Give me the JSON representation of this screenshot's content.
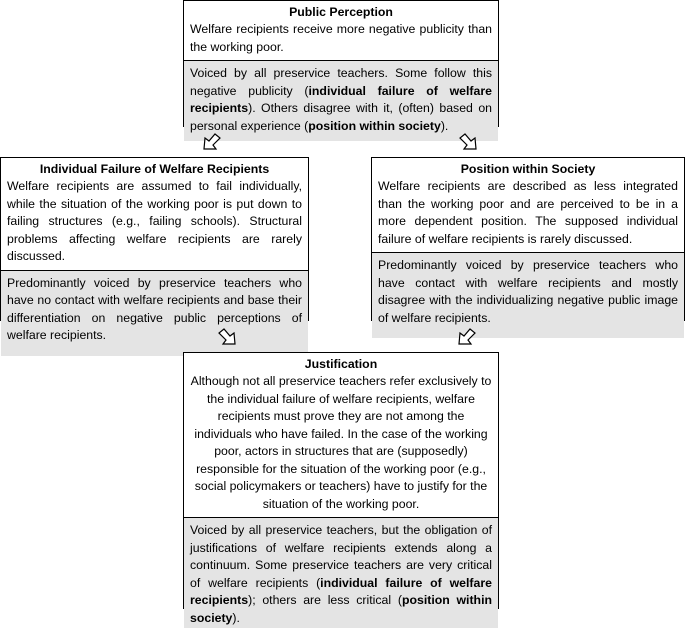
{
  "boxes": {
    "public_perception": {
      "title": "Public Perception",
      "body": "Welfare recipients receive more negative publicity than the working poor.",
      "voice": [
        {
          "t": "Voiced by all preservice teachers. Some follow this negative publicity ("
        },
        {
          "t": "individual failure of welfare recipients",
          "b": true
        },
        {
          "t": "). Others disagree with it, (often) based on personal experience ("
        },
        {
          "t": "position within society",
          "b": true
        },
        {
          "t": ")."
        }
      ]
    },
    "individual_failure": {
      "title": "Individual Failure of Welfare Recipients",
      "body": "Welfare recipients are assumed to fail individually, while the situation of the working poor is put down to failing structures (e.g., failing schools). Structural problems affecting welfare recipients are rarely discussed.",
      "voice": [
        {
          "t": "Predominantly voiced by preservice teachers who have no contact with welfare recipients and base their differentiation on negative public perceptions of welfare recipients."
        }
      ]
    },
    "position_society": {
      "title": "Position within Society",
      "body": "Welfare recipients are described as less integrated than the working poor and are perceived to be in a more dependent position. The supposed individual failure of welfare recipients is rarely discussed.",
      "voice": [
        {
          "t": "Predominantly voiced by preservice teachers who have contact with welfare recipients and mostly disagree with the individualizing negative public image of welfare recipients."
        }
      ]
    },
    "justification": {
      "title": "Justification",
      "body": "Although not all preservice teachers refer exclusively to the individual failure of welfare recipients, welfare recipients must prove they are not among the individuals who have failed. In the case of the working poor, actors in structures that are (supposedly) responsible for the situation of the working poor (e.g., social policymakers or teachers) have to justify for the situation of the working poor.",
      "voice": [
        {
          "t": "Voiced by all preservice teachers, but the obligation of justifications of welfare recipients extends along a continuum. Some preservice teachers are very critical of welfare recipients ("
        },
        {
          "t": "individual failure of welfare recipients",
          "b": true
        },
        {
          "t": "); others are less critical ("
        },
        {
          "t": "position within society",
          "b": true
        },
        {
          "t": ")."
        }
      ]
    }
  }
}
